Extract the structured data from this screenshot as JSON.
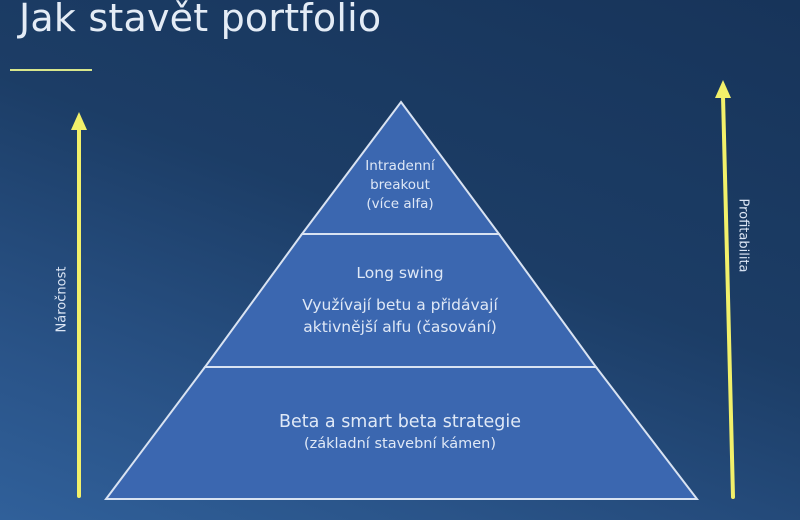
{
  "slide": {
    "title": "Jak stavět portfolio",
    "colors": {
      "background_top": "#17345a",
      "background_bottom": "#30609a",
      "pyramid_fill": "#3b67b0",
      "pyramid_stroke": "#d9e3f2",
      "arrow": "#f2f06a",
      "title_rule": "#d8e68c",
      "text": "#dfe8f6"
    }
  },
  "pyramid": {
    "tiers": [
      {
        "lines": [
          "Intradenní",
          "breakout",
          "(více alfa)"
        ]
      },
      {
        "heading": "Long swing",
        "lines": [
          "Využívají betu a přidávají",
          "aktivnější alfu (časování)"
        ]
      },
      {
        "heading": "Beta a smart beta strategie",
        "lines": [
          "(základní stavební kámen)"
        ]
      }
    ]
  },
  "axes": {
    "left": {
      "label": "Náročnost",
      "direction": "up"
    },
    "right": {
      "label": "Profitabilita",
      "direction": "up"
    }
  }
}
